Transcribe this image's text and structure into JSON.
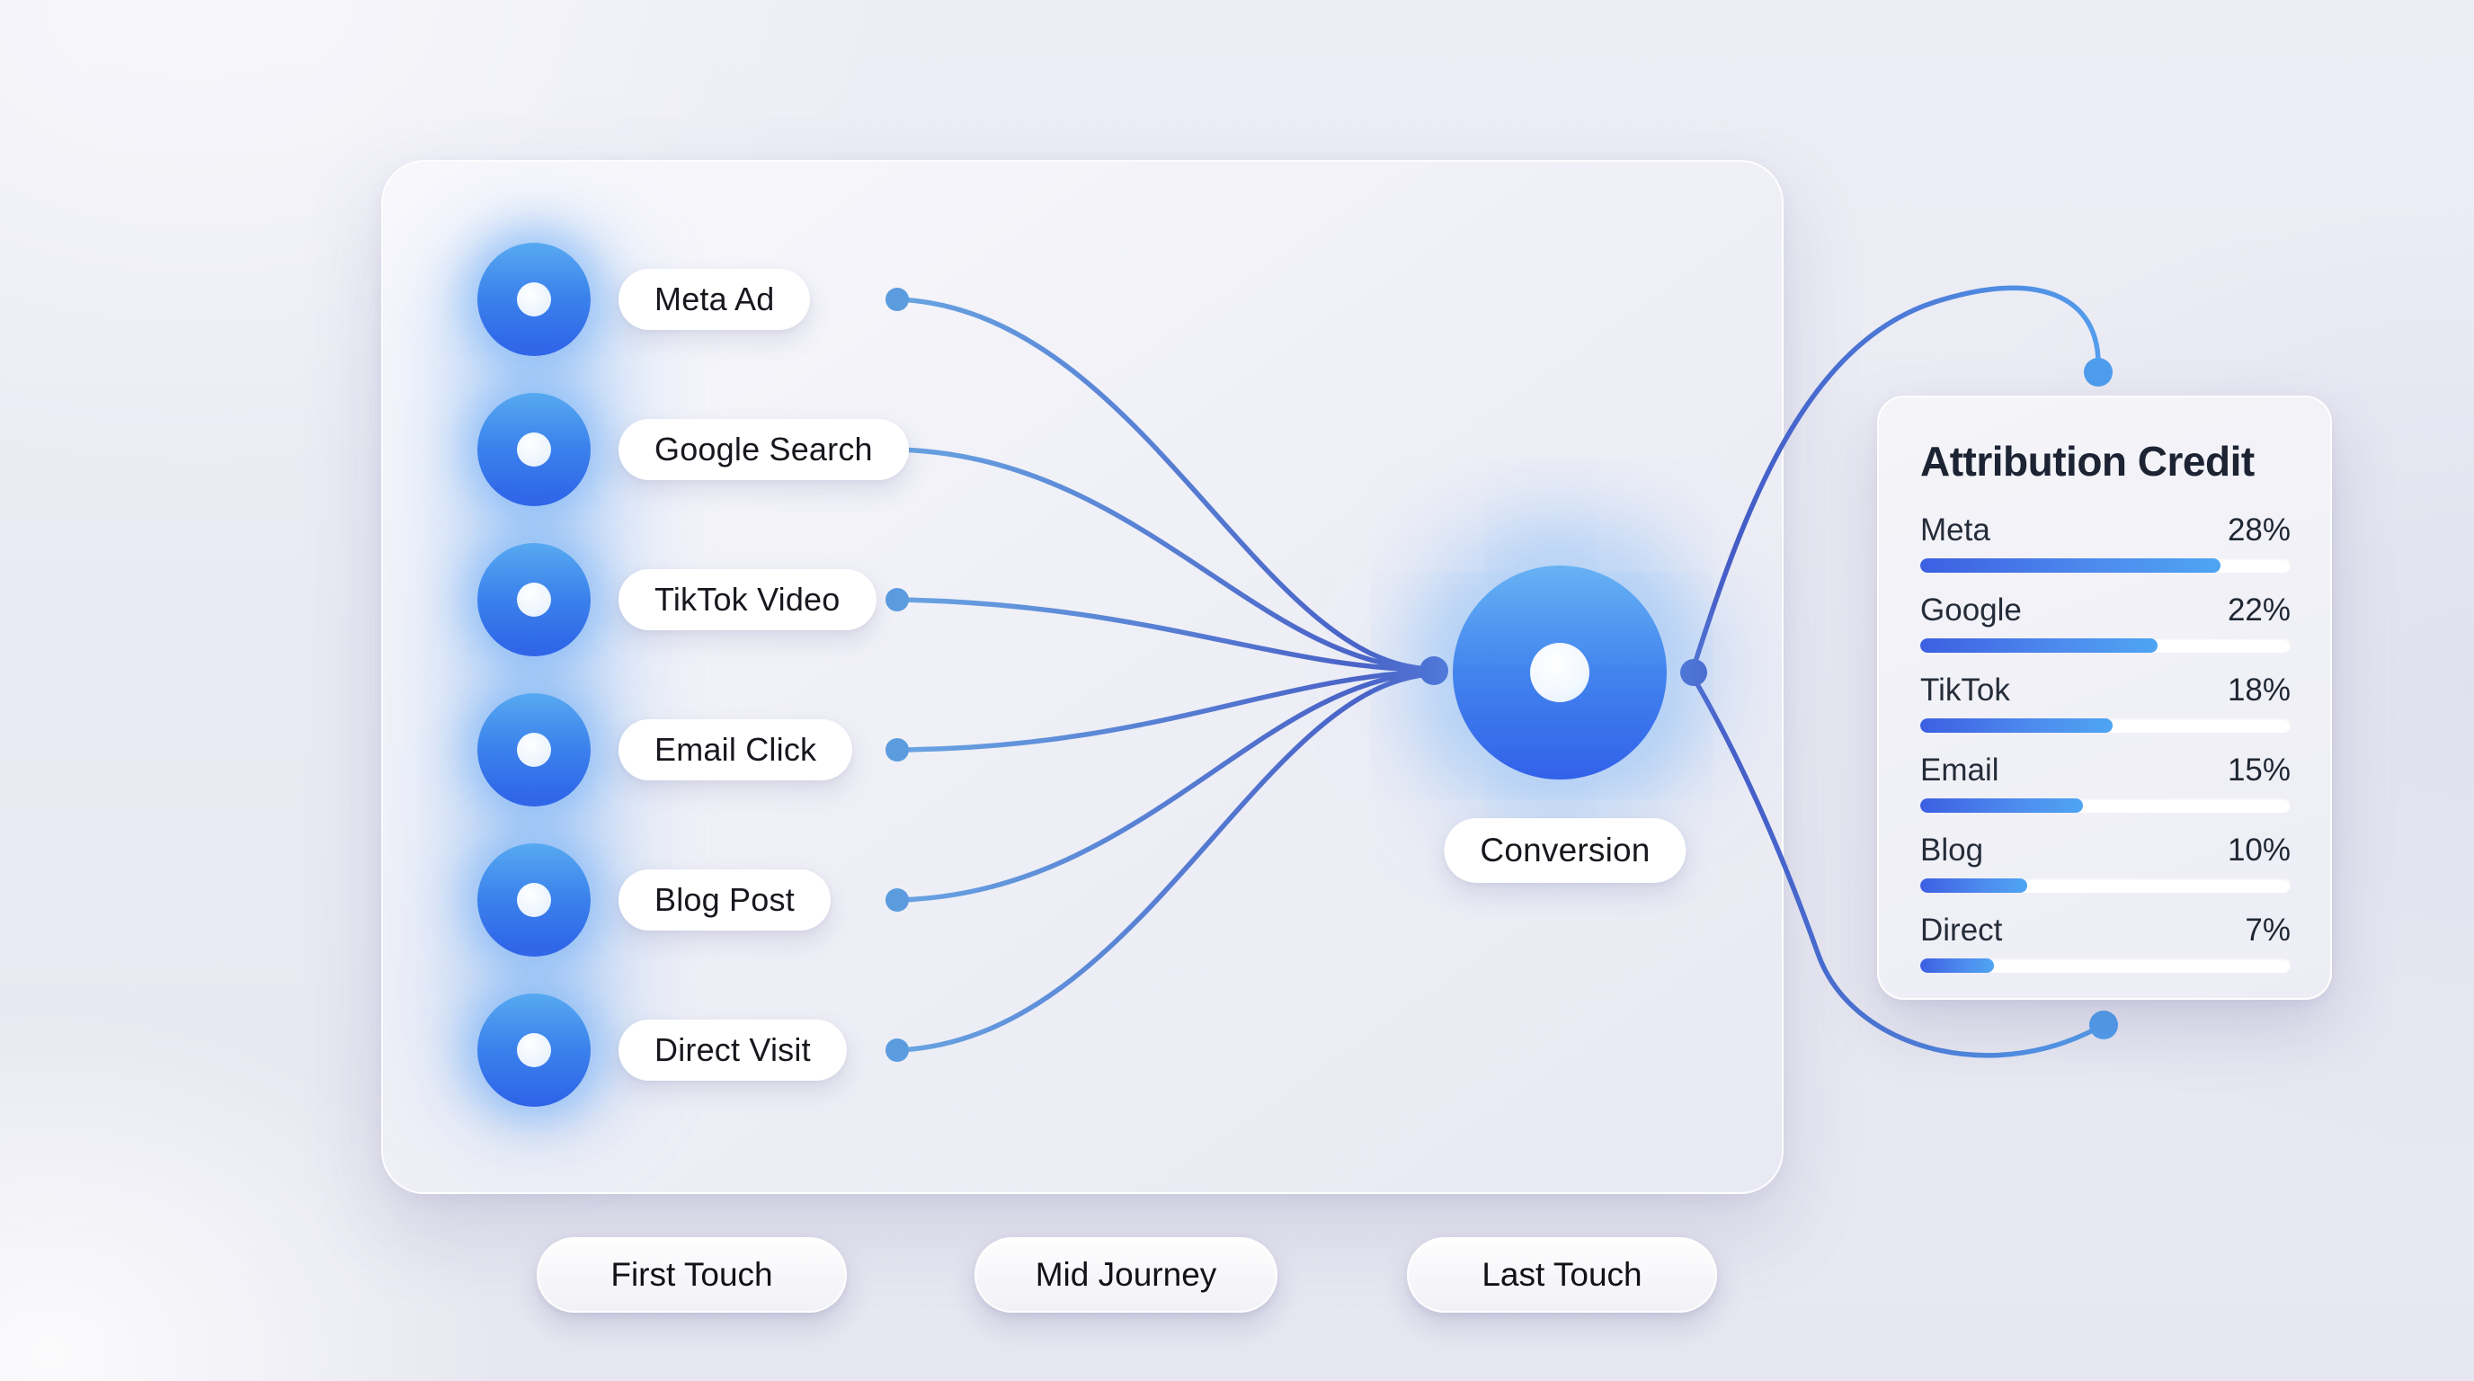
{
  "diagram": {
    "kind": "marketing-attribution-flow"
  },
  "channels": [
    {
      "label": "Meta Ad"
    },
    {
      "label": "Google Search"
    },
    {
      "label": "TikTok Video"
    },
    {
      "label": "Email Click"
    },
    {
      "label": "Blog Post"
    },
    {
      "label": "Direct Visit"
    }
  ],
  "conversion": {
    "label": "Conversion"
  },
  "attribution": {
    "title": "Attribution Credit",
    "rows": [
      {
        "label": "Meta",
        "value": "28%",
        "pct": 28,
        "bar_pct": 81
      },
      {
        "label": "Google",
        "value": "22%",
        "pct": 22,
        "bar_pct": 64
      },
      {
        "label": "TikTok",
        "value": "18%",
        "pct": 18,
        "bar_pct": 52
      },
      {
        "label": "Email",
        "value": "15%",
        "pct": 15,
        "bar_pct": 44
      },
      {
        "label": "Blog",
        "value": "10%",
        "pct": 10,
        "bar_pct": 29
      },
      {
        "label": "Direct",
        "value": "7%",
        "pct": 7,
        "bar_pct": 20
      }
    ]
  },
  "stages": [
    {
      "label": "First Touch"
    },
    {
      "label": "Mid Journey"
    },
    {
      "label": "Last Touch"
    }
  ],
  "colors": {
    "background": "#e8e8f2",
    "node_gradient_top": "#57a9f1",
    "node_gradient_bottom": "#2e62e8",
    "line_light": "#5c9cdf",
    "line_deep": "#3f58c6",
    "arc_end_dot": "#4f9ded",
    "bar_fill_start": "#3c5fe2",
    "bar_fill_end": "#4ea5f2",
    "bar_track": "#ffffff",
    "title_text": "#1c2333",
    "label_text": "#16181d"
  },
  "chart_data": {
    "type": "bar",
    "title": "Attribution Credit",
    "categories": [
      "Meta",
      "Google",
      "TikTok",
      "Email",
      "Blog",
      "Direct"
    ],
    "values": [
      28,
      22,
      18,
      15,
      10,
      7
    ],
    "unit": "%",
    "orientation": "horizontal",
    "xlim": [
      0,
      35
    ],
    "grid": false,
    "legend": "none"
  }
}
